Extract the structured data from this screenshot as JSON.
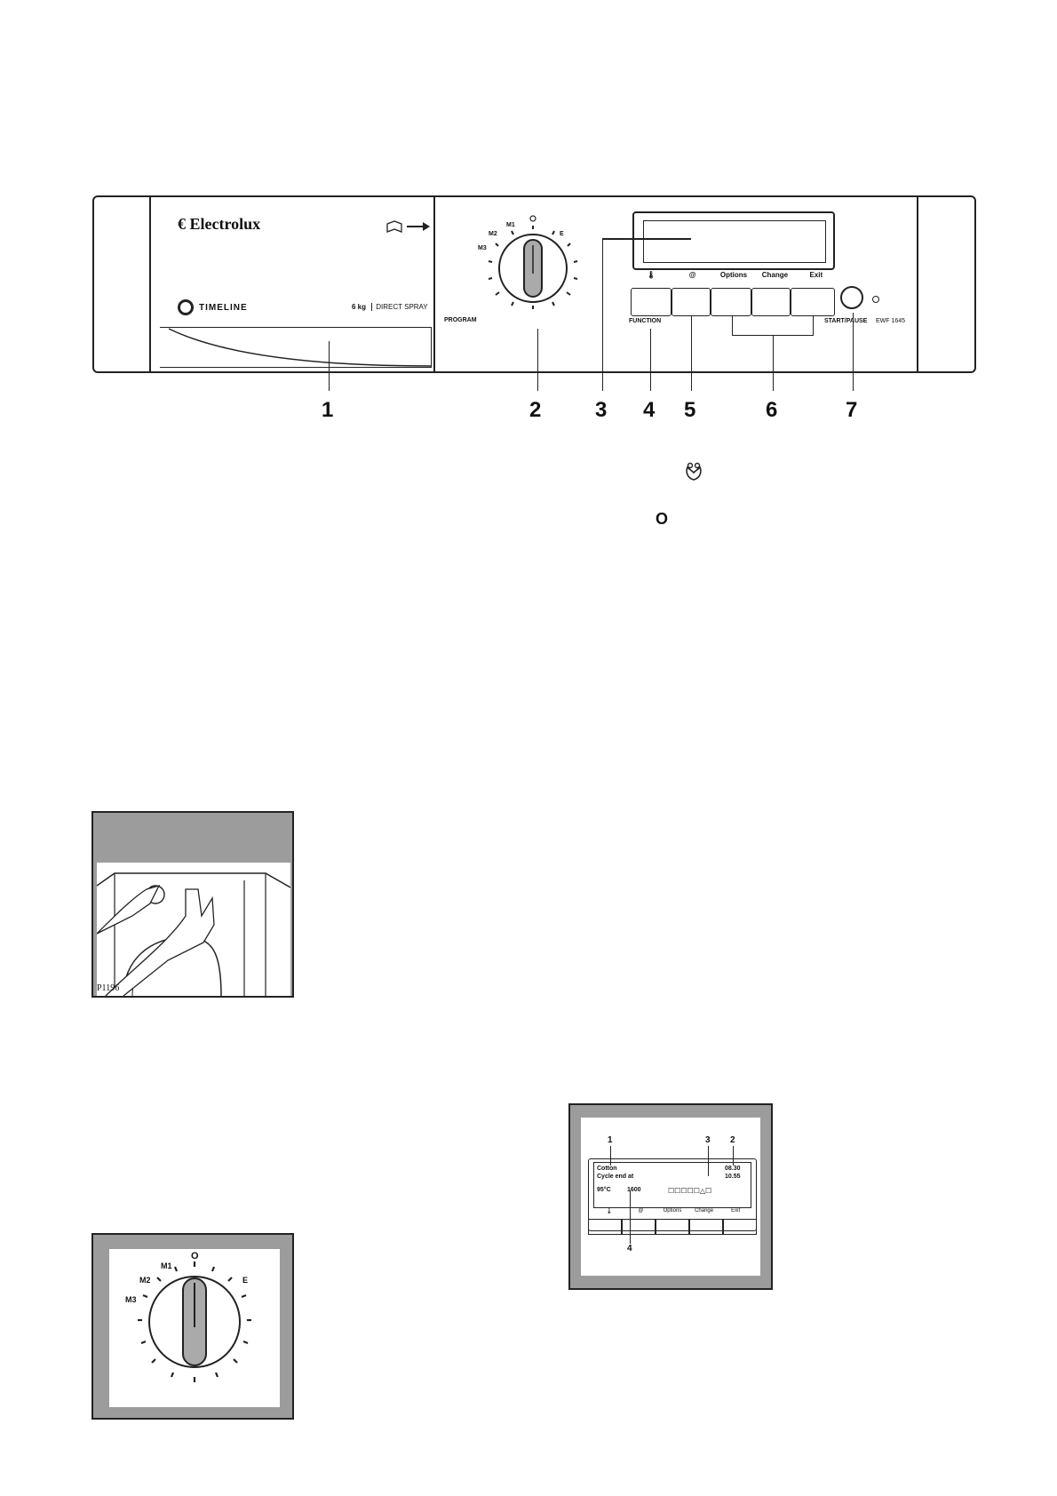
{
  "panel": {
    "brand": "Electrolux",
    "series": "TIMELINE",
    "capacity": "6 kg",
    "spray": "DIRECT SPRAY",
    "program_label": "PROGRAM",
    "function_label": "FUNCTION",
    "start_pause_label": "START/PAUSE",
    "model": "EWF 1645",
    "buttons": [
      "",
      "",
      "Options",
      "Change",
      "Exit"
    ],
    "callouts": [
      "1",
      "2",
      "3",
      "4",
      "5",
      "6",
      "7"
    ]
  },
  "dial_small": {
    "labels": [
      "M1",
      "M2",
      "M3",
      "E"
    ]
  },
  "loose_symbols": {
    "off_symbol": "O"
  },
  "photo": {
    "caption": "P1196"
  },
  "dial_big": {
    "labels": [
      "M1",
      "M2",
      "M3",
      "E"
    ],
    "off": "O"
  },
  "display_figure": {
    "callouts": [
      "1",
      "3",
      "2",
      "4"
    ],
    "line1": "Cotton",
    "line2": "Cycle end at",
    "time1": "08.30",
    "time2": "10.55",
    "temp": "95°C",
    "spin": "1600",
    "buttons": [
      "Options",
      "Change",
      "Exit"
    ]
  },
  "icons": {
    "book": "book-icon",
    "arrow": "arrow-right-icon",
    "thermometer": "thermometer-icon",
    "spin": "spin-icon",
    "flower": "flower-icon"
  }
}
